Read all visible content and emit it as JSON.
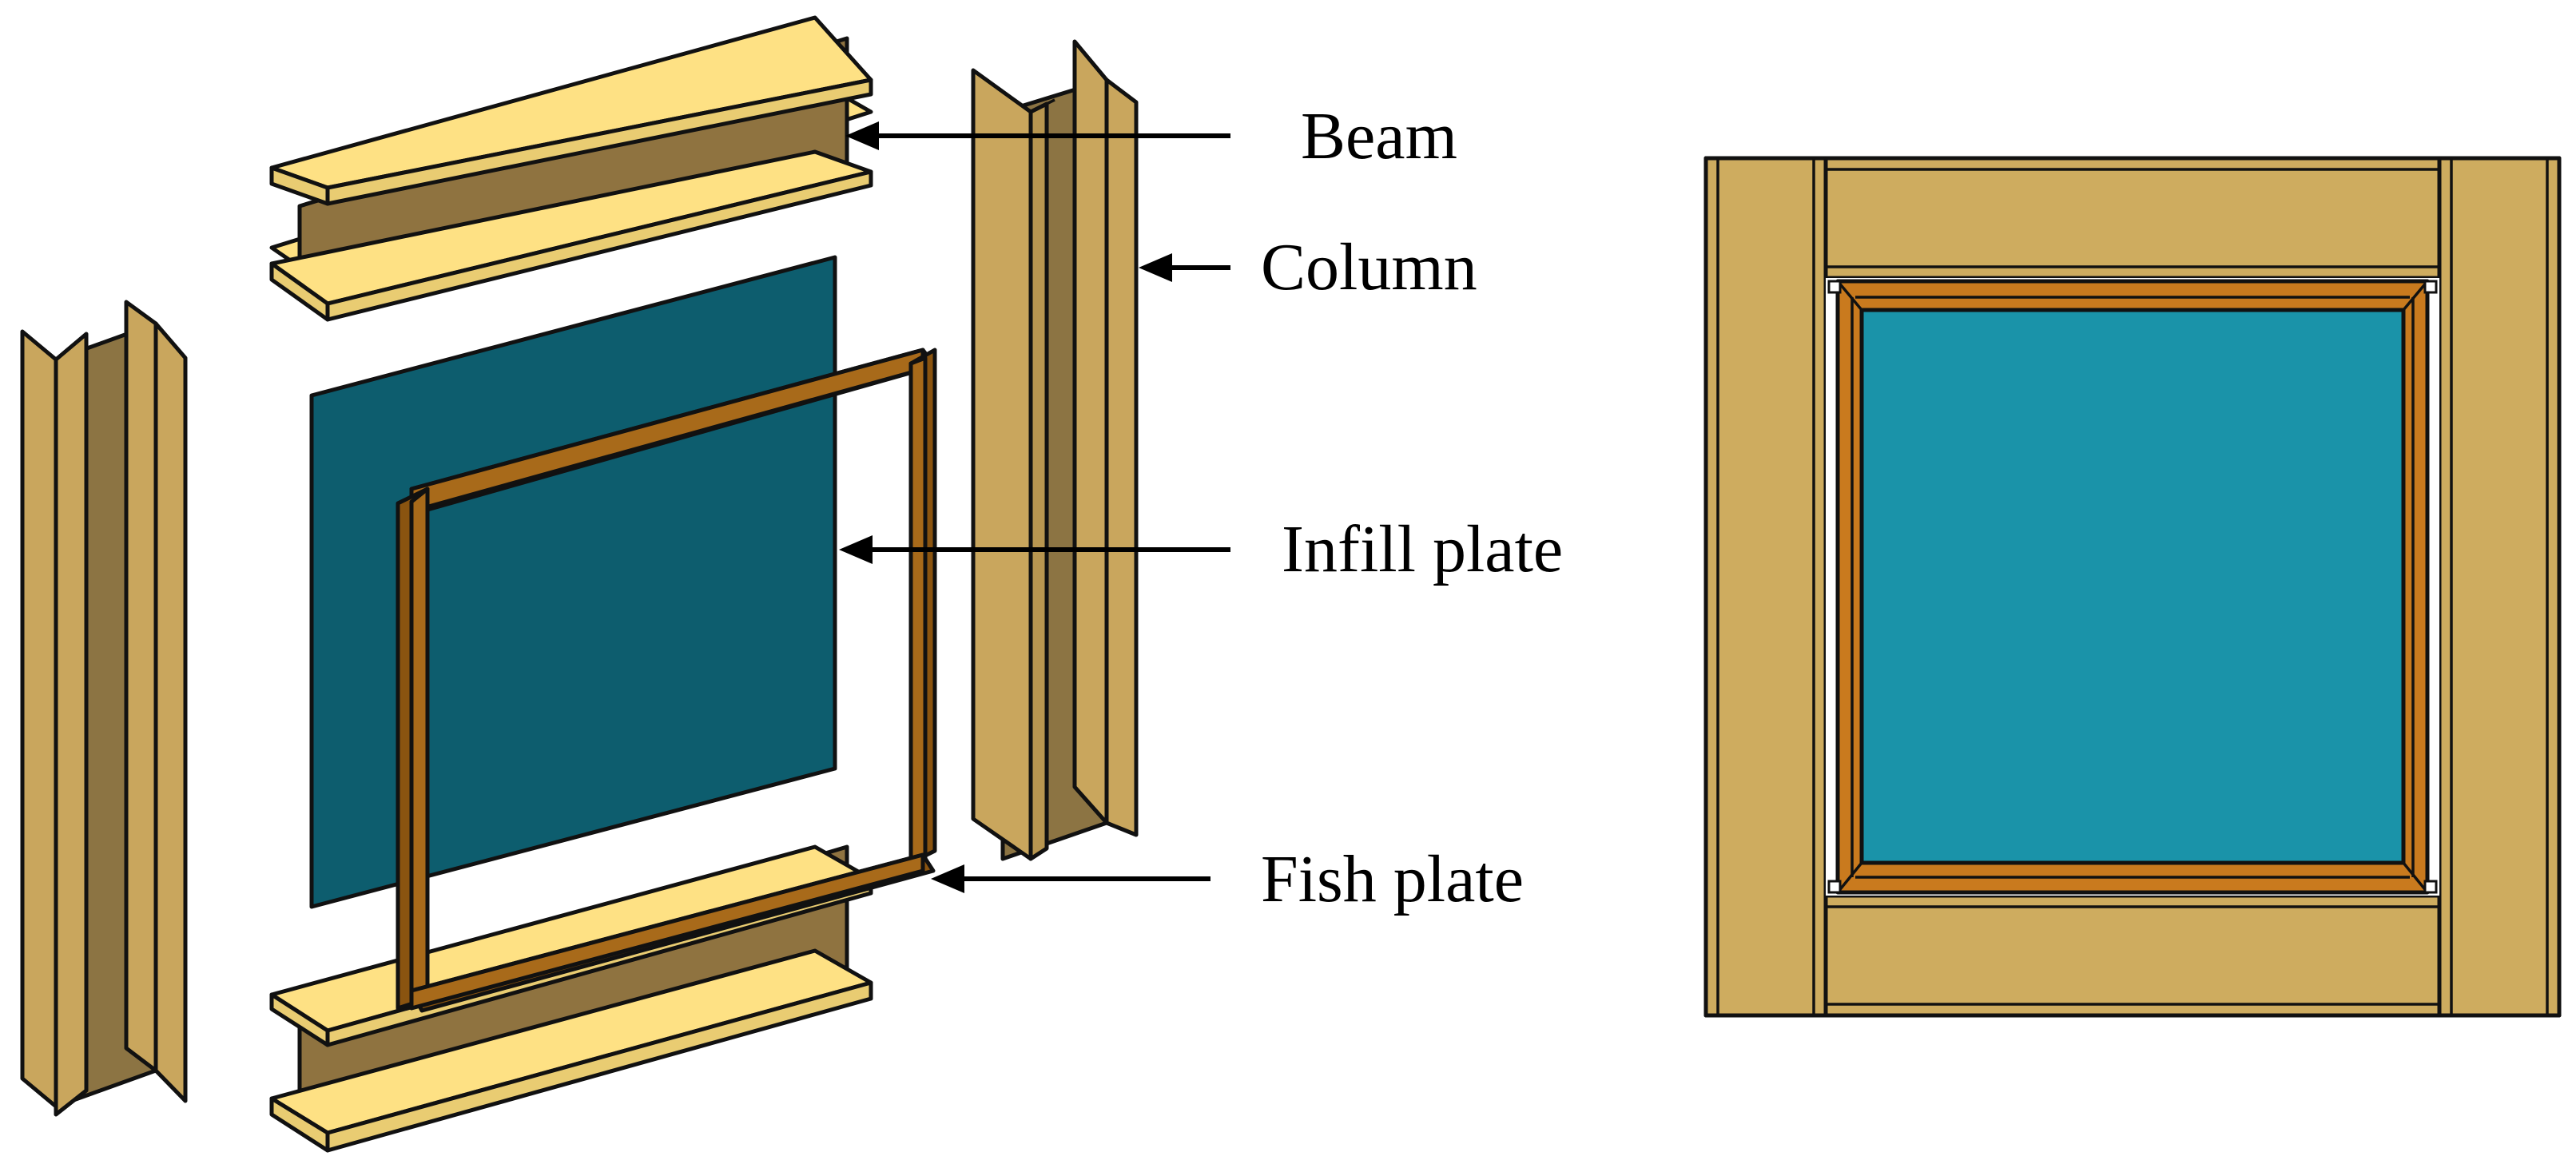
{
  "labels": {
    "beam": "Beam",
    "column": "Column",
    "infill_plate": "Infill plate",
    "fish_plate": "Fish plate"
  },
  "colors": {
    "beam_flange": "#FEE184",
    "beam_web": "#8F7340",
    "column_face": "#C9A65D",
    "column_web": "#8C7443",
    "infill_plate_3d": "#0D5D6E",
    "fish_plate_3d": "#8A5410",
    "infill_plate_elevation": "#1A93A9",
    "fish_plate_elevation": "#C97A1E",
    "frame_elevation": "#CEAC5F"
  }
}
